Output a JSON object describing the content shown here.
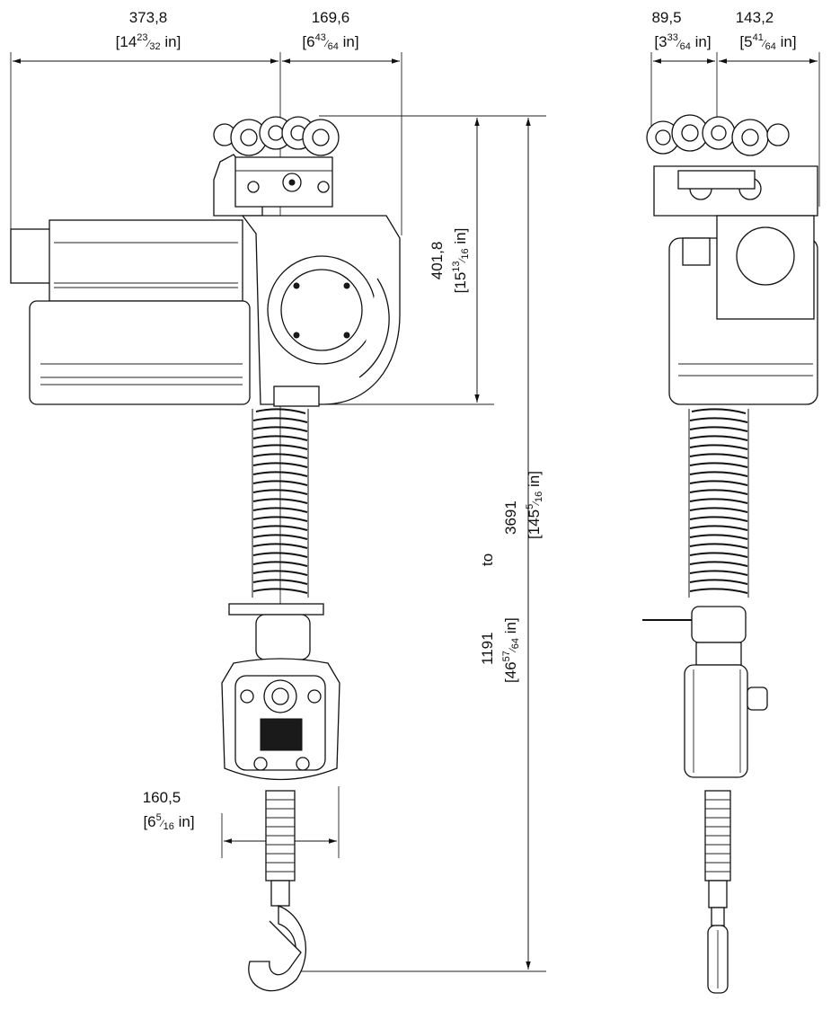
{
  "dimensions": {
    "front_width_left": {
      "mm": "373,8",
      "in_whole": "[14",
      "in_num": "23",
      "in_den": "32",
      "in_unit": " in]"
    },
    "front_width_right": {
      "mm": "169,6",
      "in_whole": "[6",
      "in_num": "43",
      "in_den": "64",
      "in_unit": " in]"
    },
    "side_width_left": {
      "mm": "89,5",
      "in_whole": "[3",
      "in_num": "33",
      "in_den": "64",
      "in_unit": " in]"
    },
    "side_width_right": {
      "mm": "143,2",
      "in_whole": "[5",
      "in_num": "41",
      "in_den": "64",
      "in_unit": " in]"
    },
    "head_height": {
      "mm": "401,8",
      "in_whole": "[15",
      "in_num": "13",
      "in_den": "16",
      "in_unit": " in]"
    },
    "travel_min": {
      "mm": "1191",
      "in_whole": "[46",
      "in_num": "57",
      "in_den": "64",
      "in_unit": " in]"
    },
    "travel_sep": "to",
    "travel_max": {
      "mm": "3691",
      "in_whole": "[145",
      "in_num": "5",
      "in_den": "16",
      "in_unit": " in]"
    },
    "handle_width": {
      "mm": "160,5",
      "in_whole": "[6",
      "in_num": "5",
      "in_den": "16",
      "in_unit": " in]"
    }
  }
}
